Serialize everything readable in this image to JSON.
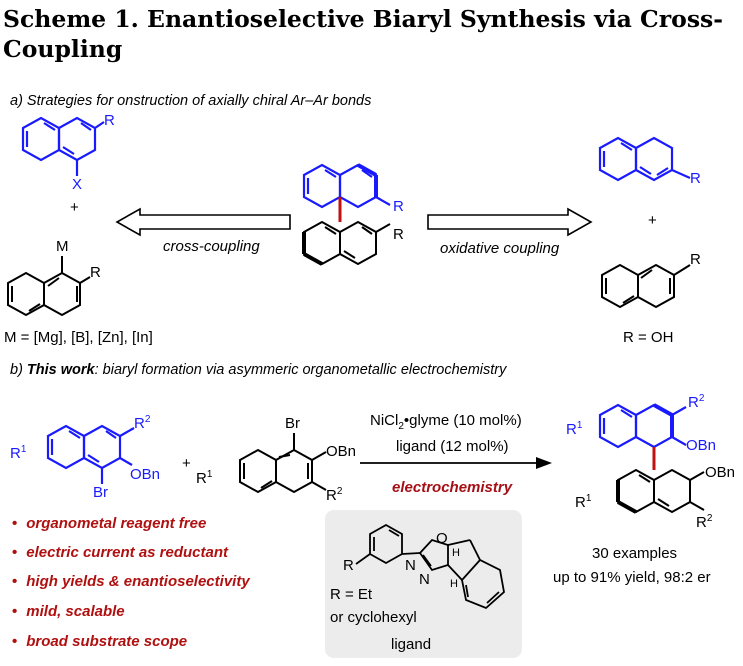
{
  "scheme_title": "Scheme 1. Enantioselective Biaryl Synthesis via Cross-Coupling",
  "part_a": {
    "heading": "a) Strategies for onstruction of axially chiral Ar–Ar bonds",
    "left_arrow_label": "cross-coupling",
    "right_arrow_label": "oxidative coupling",
    "left_metals": "M = [Mg], [B], [Zn], [In]",
    "right_r_def": "R = OH",
    "atoms": {
      "X": "X",
      "M": "M",
      "R": "R",
      "plus": "+"
    }
  },
  "part_b": {
    "heading_prefix": "b) ",
    "heading_bold": "This work",
    "heading_rest": ": biaryl formation via asymmeric organometallic electrochemistry",
    "catalyst_line_pre": "NiCl",
    "catalyst_line_sub": "2",
    "catalyst_line_post": "•glyme (10 mol%)",
    "ligand_line": "ligand (12 mol%)",
    "electro_label": "electrochemistry",
    "atoms": {
      "Br": "Br",
      "OBn": "OBn",
      "R1": "R",
      "R2": "R",
      "sup1": "1",
      "sup2": "2",
      "plus": "+"
    },
    "bullets": [
      "organometal reagent free",
      "electric current as reductant",
      "high yields & enantioselectivity",
      "mild, scalable",
      "broad substrate scope"
    ],
    "ligand_box": {
      "r_def": "R = Et",
      "r_alt": "or cyclohexyl",
      "caption": "ligand",
      "atoms": {
        "R": "R",
        "N": "N",
        "O": "O",
        "H": "H"
      }
    },
    "results_count": "30 examples",
    "results_yield": "up to 91% yield, 98:2 er"
  },
  "colors": {
    "blue": "#1a1aff",
    "red": "#b01010",
    "box": "#ececec"
  }
}
